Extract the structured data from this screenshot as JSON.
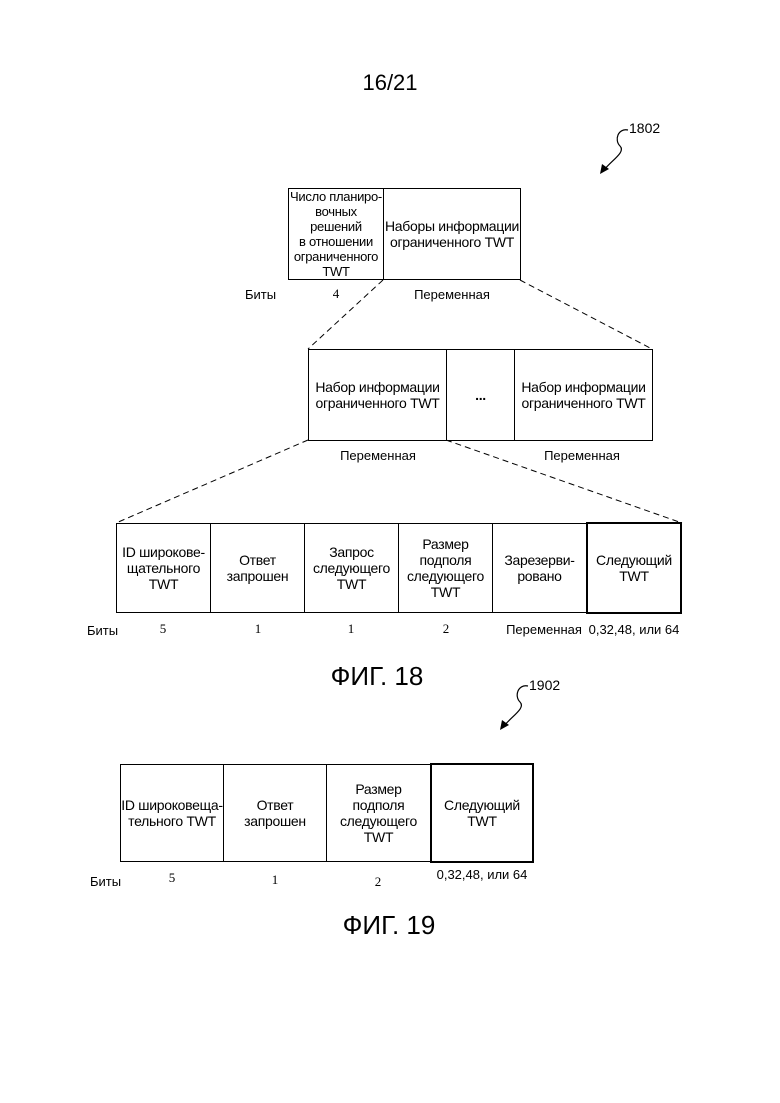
{
  "page_number": "16/21",
  "fig18": {
    "ref": "1802",
    "caption": "ФИГ. 18",
    "top": {
      "bits_label": "Биты",
      "field1": "Число планиро-\nвочных решений\nв отношении\nограниченного\nTWT",
      "field1_bits": "4",
      "field2": "Наборы информации\nограниченного TWT",
      "field2_bits": "Переменная"
    },
    "middle": {
      "set1": "Набор информации\nограниченного TWT",
      "ellipsis": "...",
      "set2": "Набор информации\nограниченного TWT",
      "set1_bits": "Переменная",
      "set2_bits": "Переменная"
    },
    "bottom": {
      "bits_label": "Биты",
      "fields": [
        {
          "label": "ID широкове-\nщательного\nTWT",
          "bits": "5"
        },
        {
          "label": "Ответ\nзапрошен",
          "bits": "1"
        },
        {
          "label": "Запрос\nследующего\nTWT",
          "bits": "1"
        },
        {
          "label": "Размер\nподполя\nследующего\nTWT",
          "bits": "2"
        },
        {
          "label": "Зарезерви-\nровано",
          "bits": "Переменная"
        },
        {
          "label": "Следующий\nTWT",
          "bits": "0,32,48, или 64"
        }
      ]
    }
  },
  "fig19": {
    "ref": "1902",
    "caption": "ФИГ. 19",
    "bits_label": "Биты",
    "fields": [
      {
        "label": "ID широковеща-\nтельного TWT",
        "bits": "5"
      },
      {
        "label": "Ответ\nзапрошен",
        "bits": "1"
      },
      {
        "label": "Размер\nподполя\nследующего\nTWT",
        "bits": "2"
      },
      {
        "label": "Следующий\nTWT",
        "bits": "0,32,48, или 64"
      }
    ]
  }
}
